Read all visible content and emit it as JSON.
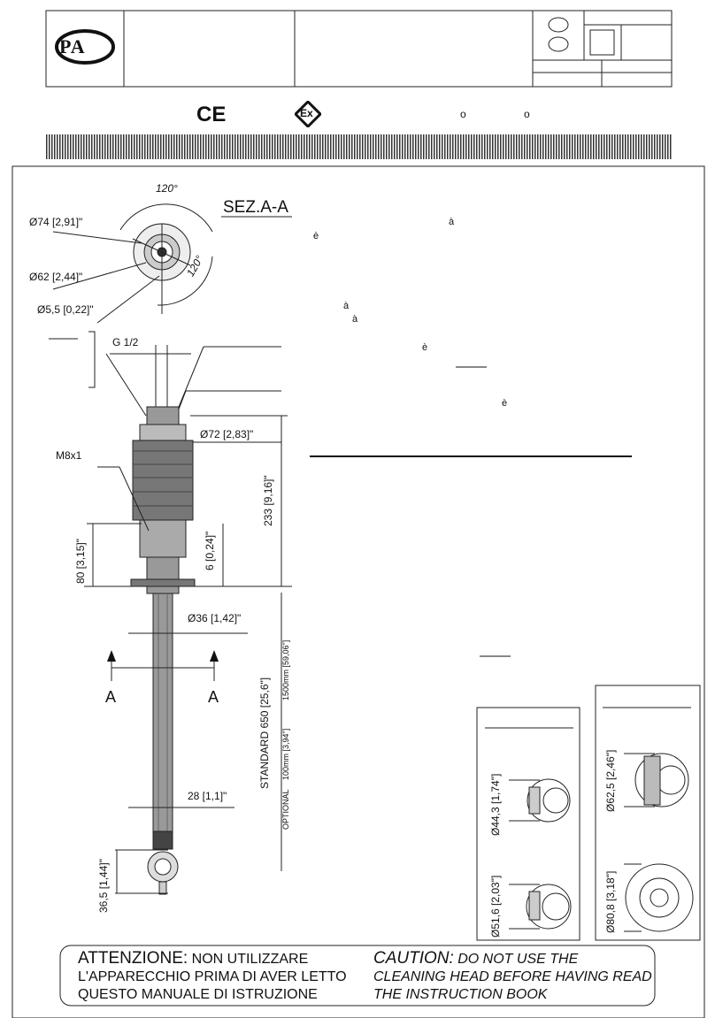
{
  "title_block": {
    "logo_text": "PA"
  },
  "marks": {
    "ce": "CE",
    "ex": "Ex",
    "degree1": "o",
    "degree2": "o"
  },
  "section": {
    "label": "SEZ.A-A",
    "angle_top": "120°",
    "angle_right": "120°"
  },
  "dimensions": {
    "d74": "Ø74 [2,91]\"",
    "d62": "Ø62 [2,44]\"",
    "d55": "Ø5,5 [0,22]\"",
    "g12": "G 1/2",
    "d72": "Ø72 [2,83]\"",
    "m8x1": "M8x1",
    "h233": "233 [9,16]\"",
    "h80": "80 [3,15]\"",
    "h6": "6 [0,24]\"",
    "d36": "Ø36 [1,42]\"",
    "standard": "STANDARD 650 [25,6\"]",
    "optional_label": "OPTIONAL",
    "optional_100": "100mm [3,94\"]",
    "optional_1500": "1500mm [59,06\"]",
    "section_a_left": "A",
    "section_a_right": "A",
    "d28": "28 [1,1]\"",
    "h365": "36,5 [1,44]\"",
    "d443": "Ø44,3 [1,74\"]",
    "d516": "Ø51,6 [2,03\"]",
    "d625": "Ø62,5 [2,46\"]",
    "d808": "Ø80,8 [3,18\"]"
  },
  "accents": [
    "à",
    "è",
    "à",
    "à",
    "è",
    "è"
  ],
  "warning": {
    "it_head": "ATTENZIONE:",
    "it_l1": "NON UTILIZZARE",
    "it_l2": "L'APPARECCHIO PRIMA DI AVER LETTO",
    "it_l3": "QUESTO MANUALE DI ISTRUZIONE",
    "en_head": "CAUTION:",
    "en_l1": "DO NOT USE THE",
    "en_l2": "CLEANING HEAD BEFORE HAVING READ",
    "en_l3": "THE INSTRUCTION BOOK"
  }
}
